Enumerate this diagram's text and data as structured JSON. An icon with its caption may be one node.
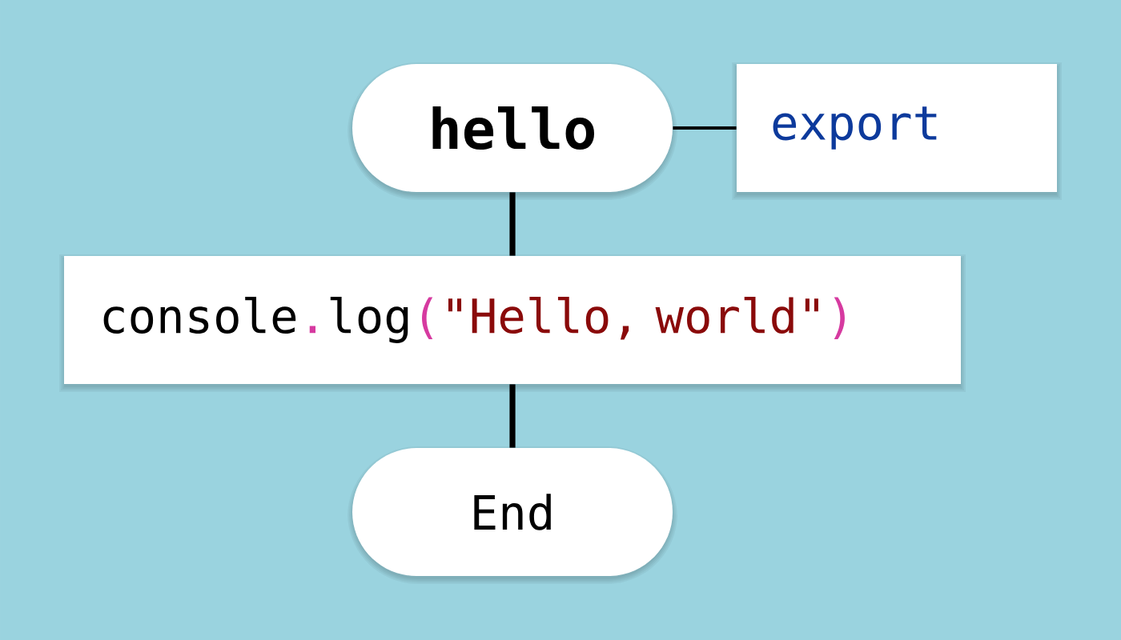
{
  "diagram": {
    "nodes": [
      {
        "text": [
          "hello"
        ]
      },
      {
        "text": [
          "export"
        ]
      },
      {
        "text": [
          "console.log(\"Hello, world\")"
        ]
      },
      {
        "text": [
          "End"
        ]
      }
    ],
    "edges": [
      {
        "from": 0,
        "to": 1,
        "arrow": "none"
      },
      {
        "from": 0,
        "to": 2,
        "arrow": "none"
      },
      {
        "from": 2,
        "to": 3,
        "arrow": "none"
      }
    ]
  }
}
